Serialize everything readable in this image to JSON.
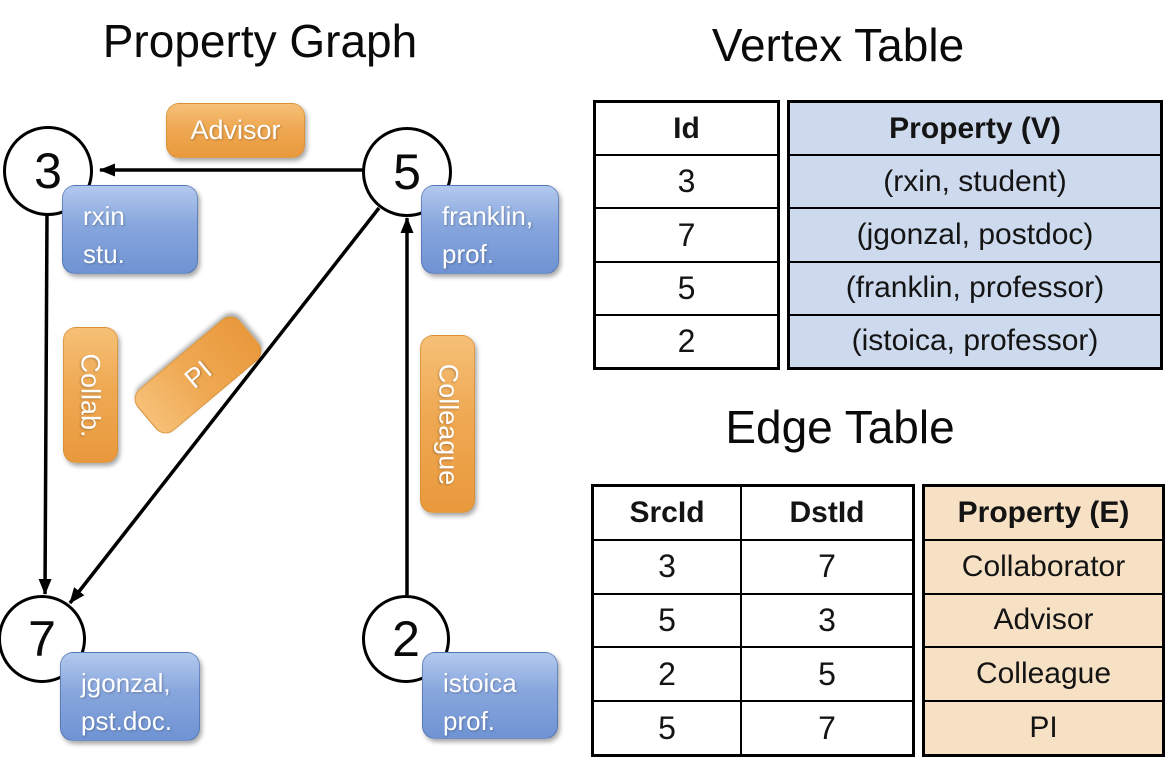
{
  "graph": {
    "title": "Property Graph",
    "nodes": [
      {
        "id": "3",
        "line1": "rxin",
        "line2": "stu."
      },
      {
        "id": "5",
        "line1": "franklin,",
        "line2": "prof."
      },
      {
        "id": "7",
        "line1": "jgonzal,",
        "line2": "pst.doc."
      },
      {
        "id": "2",
        "line1": "istoica",
        "line2": "prof."
      }
    ],
    "edge_labels": {
      "advisor": "Advisor",
      "collab": "Collab.",
      "pi": "PI",
      "colleague": "Colleague"
    }
  },
  "vertex_table": {
    "title": "Vertex Table",
    "columns": [
      "Id",
      "Property (V)"
    ],
    "rows": [
      [
        "3",
        "(rxin, student)"
      ],
      [
        "7",
        "(jgonzal, postdoc)"
      ],
      [
        "5",
        "(franklin, professor)"
      ],
      [
        "2",
        "(istoica, professor)"
      ]
    ]
  },
  "edge_table": {
    "title": "Edge Table",
    "columns": [
      "SrcId",
      "DstId",
      "Property (E)"
    ],
    "rows": [
      [
        "3",
        "7",
        "Collaborator"
      ],
      [
        "5",
        "3",
        "Advisor"
      ],
      [
        "2",
        "5",
        "Colleague"
      ],
      [
        "5",
        "7",
        "PI"
      ]
    ]
  },
  "colors": {
    "blue_box_top": "#b3c9ee",
    "blue_box_bottom": "#6f93d3",
    "orange_box_top": "#f6c077",
    "orange_box_bottom": "#e9993c",
    "vertex_property_bg": "#cdd9ec",
    "edge_property_bg": "#f7e1c4",
    "line": "#000000"
  }
}
